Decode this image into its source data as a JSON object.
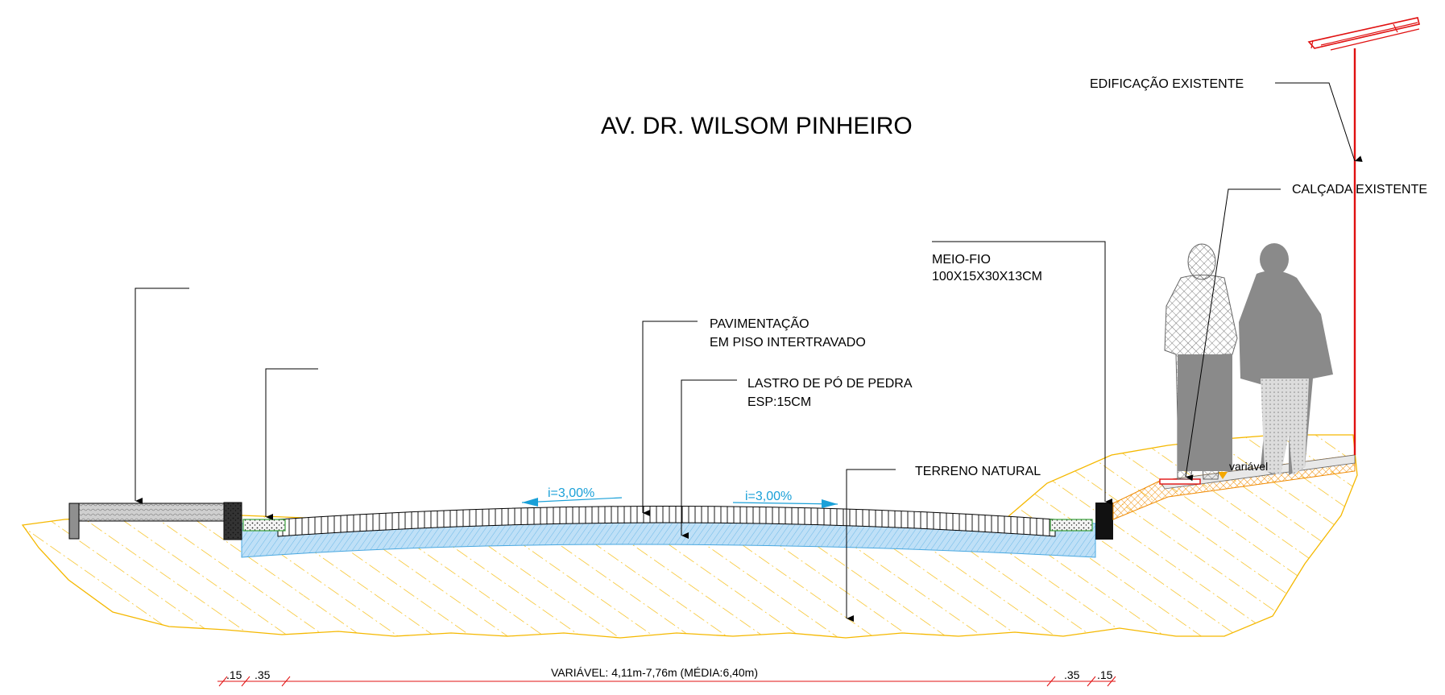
{
  "title": "AV. DR. WILSOM PINHEIRO",
  "labels": {
    "edificacao": "EDIFICAÇÃO EXISTENTE",
    "calcada": "CALÇADA  EXISTENTE",
    "meio_fio_1": "MEIO-FIO",
    "meio_fio_2": "100X15X30X13CM",
    "pavimentacao_1": "PAVIMENTAÇÃO",
    "pavimentacao_2": "EM PISO INTERTRAVADO",
    "lastro_1": "LASTRO DE PÓ DE PEDRA",
    "lastro_2": "ESP:15CM",
    "terreno": "TERRENO NATURAL",
    "variavel_small": "variável"
  },
  "slopes": {
    "left": "i=3,00%",
    "right": "i=3,00%"
  },
  "dimensions": {
    "d1": ".15",
    "d2": ".35",
    "main": "VARIÁVEL: 4,11m-7,76m (MÉDIA:6,40m)",
    "d3": ".35",
    "d4": ".15"
  },
  "colors": {
    "soil": "#f5b800",
    "base": "#8cc8ee",
    "wall": "#e01010",
    "arrow": "#1aa0d8",
    "curb": "#111111",
    "person": "#8a8a8a"
  }
}
